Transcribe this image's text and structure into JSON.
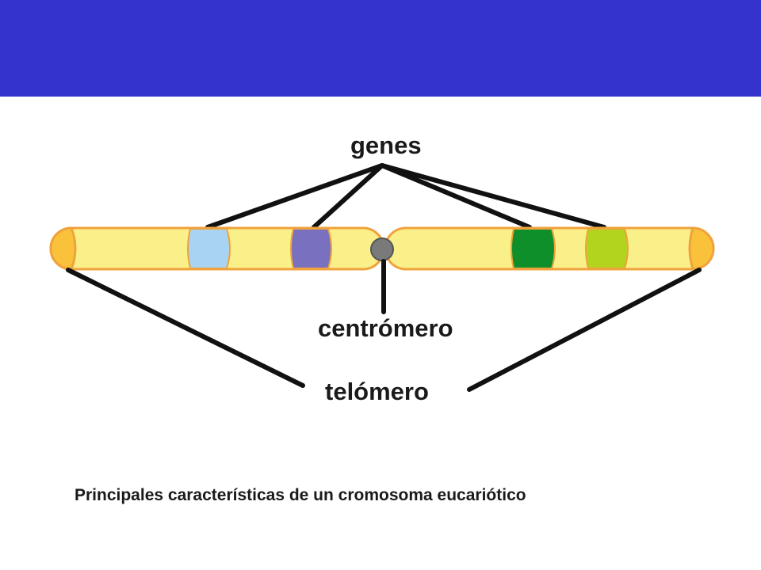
{
  "colors": {
    "header": "#3434CC",
    "chromosome_body": "#FAF08A",
    "chromosome_outline": "#F0A23C",
    "telomere_cap": "#F9C23A",
    "centromere": "#7A7A7A",
    "gene_1": "#A9D3F2",
    "gene_2": "#7A70C0",
    "gene_3": "#0F8F2A",
    "gene_4": "#B2D41E",
    "pointer_lines": "#111111"
  },
  "labels": {
    "genes": "genes",
    "centromere": "centrómero",
    "telomere": "telómero"
  },
  "caption": "Principales características de un cromosoma eucariótico"
}
